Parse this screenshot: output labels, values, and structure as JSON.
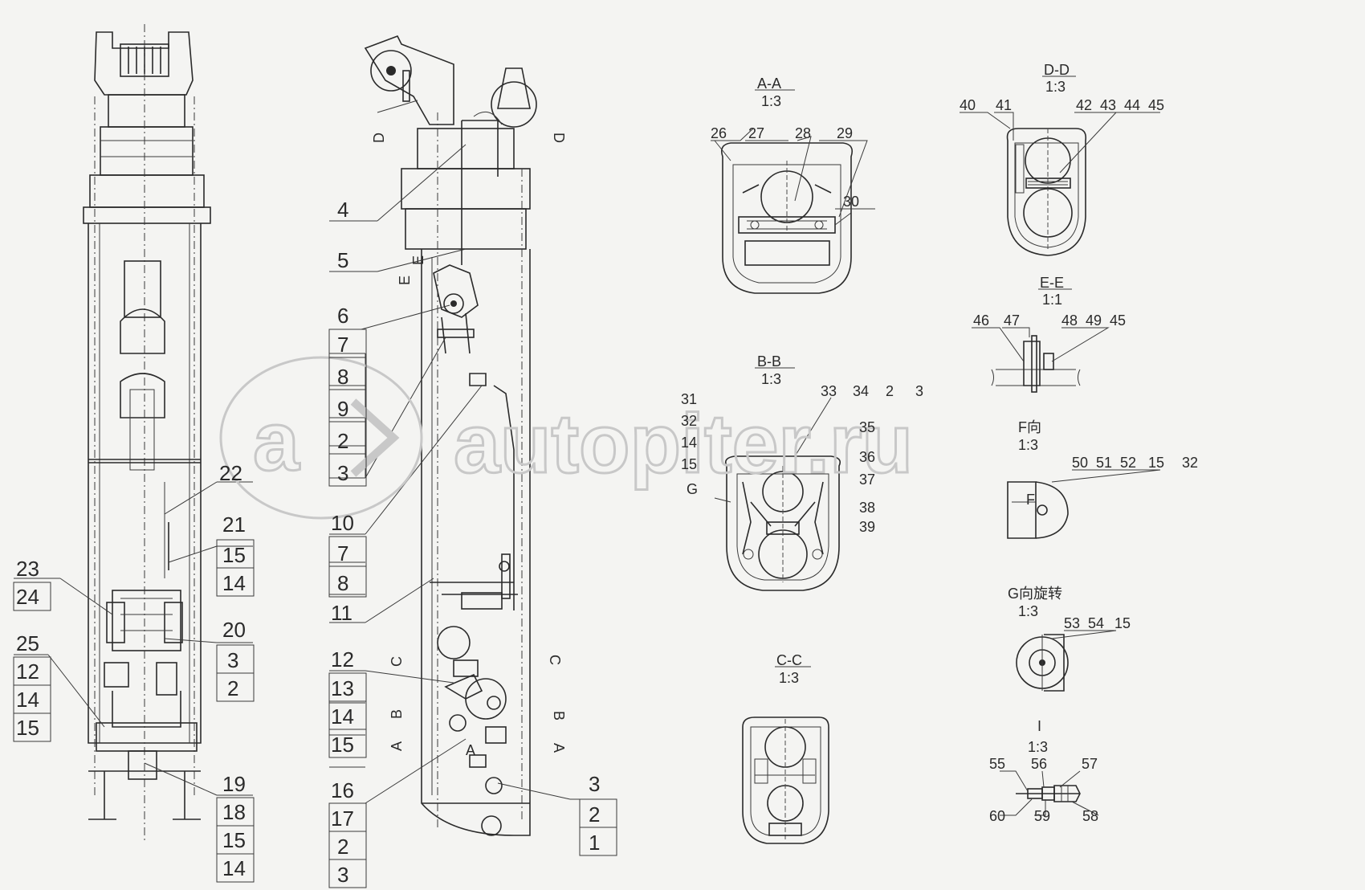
{
  "watermark": {
    "text": "autopiter.ru",
    "logo_glyph": "a"
  },
  "views": {
    "sections": [
      {
        "id": "AA",
        "title": "A-A",
        "scale": "1:3",
        "callouts": [
          "26",
          "27",
          "28",
          "29",
          "30"
        ]
      },
      {
        "id": "BB",
        "title": "B-B",
        "scale": "1:3",
        "callouts": [
          "33",
          "34",
          "2",
          "3",
          "31",
          "32",
          "14",
          "15",
          "35",
          "36",
          "37",
          "38",
          "39"
        ],
        "ref_label": "G"
      },
      {
        "id": "CC",
        "title": "C-C",
        "scale": "1:3",
        "callouts": []
      },
      {
        "id": "DD",
        "title": "D-D",
        "scale": "1:3",
        "callouts": [
          "40",
          "41",
          "42",
          "43",
          "44",
          "45"
        ]
      },
      {
        "id": "EE",
        "title": "E-E",
        "scale": "1:1",
        "callouts": [
          "46",
          "47",
          "48",
          "49",
          "45"
        ]
      },
      {
        "id": "F",
        "title": "F向",
        "scale": "1:3",
        "callouts": [
          "50",
          "51",
          "52",
          "15",
          "32"
        ]
      },
      {
        "id": "G",
        "title": "G向旋转",
        "scale": "1:3",
        "callouts": [
          "53",
          "54",
          "15"
        ]
      },
      {
        "id": "I",
        "title": "I",
        "scale": "1:3",
        "callouts": [
          "55",
          "56",
          "57",
          "60",
          "59",
          "58"
        ]
      }
    ],
    "left_view": {
      "single": [
        "22",
        "21",
        "23",
        "20",
        "25",
        "19"
      ],
      "stacks": [
        [
          "15",
          "14"
        ],
        [
          "24"
        ],
        [
          "3",
          "2"
        ],
        [
          "12",
          "14",
          "15"
        ],
        [
          "18",
          "15",
          "14"
        ]
      ]
    },
    "middle_view": {
      "single": [
        "4",
        "5",
        "6",
        "10",
        "11",
        "12",
        "16",
        "3"
      ],
      "stacks": [
        [
          "7",
          "8",
          "9",
          "2",
          "3"
        ],
        [
          "7",
          "8"
        ],
        [
          "13",
          "14",
          "15"
        ],
        [
          "17",
          "2",
          "3"
        ],
        [
          "2",
          "1"
        ]
      ],
      "cut_marks": [
        "D",
        "D",
        "E",
        "E",
        "C",
        "C",
        "B",
        "B",
        "A",
        "A",
        "A"
      ]
    },
    "section_F_label": "F"
  }
}
